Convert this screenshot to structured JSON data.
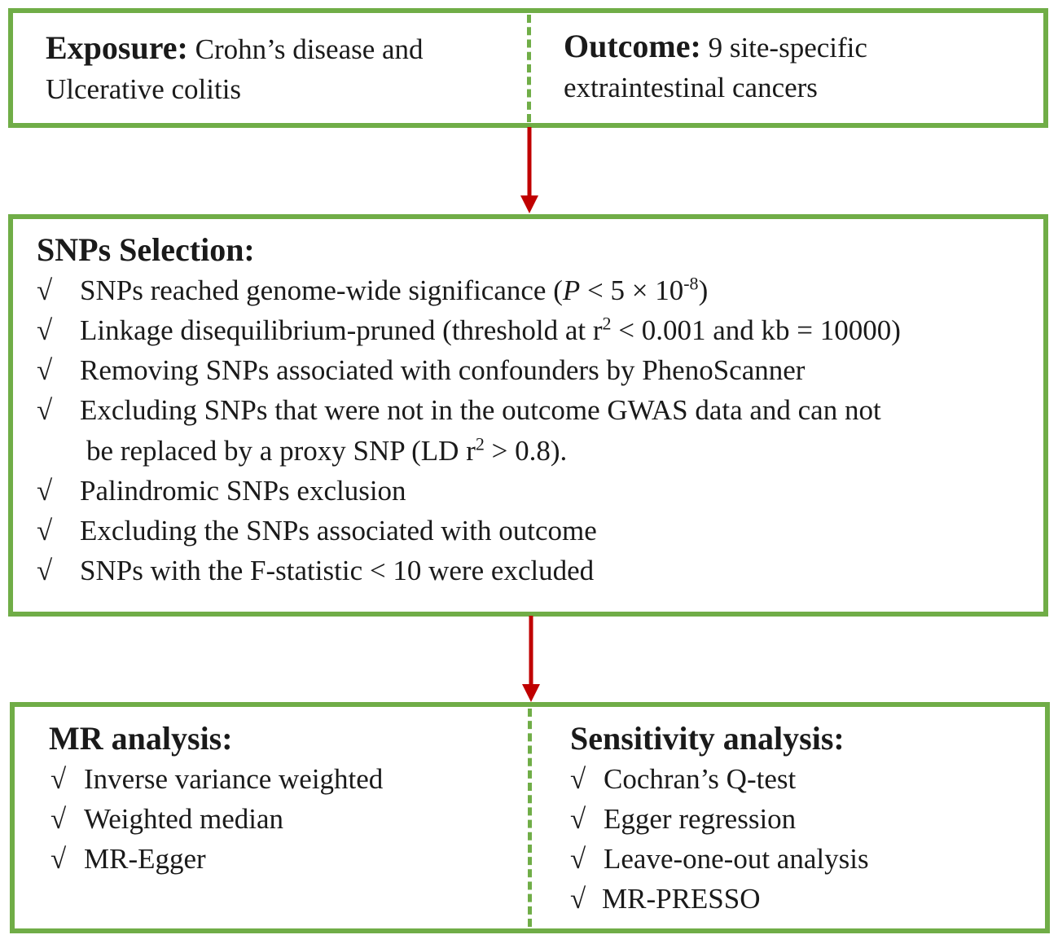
{
  "top": {
    "exposure": {
      "label": "Exposure:",
      "text_line1": " Crohn’s disease and",
      "text_line2": "Ulcerative colitis"
    },
    "outcome": {
      "label": "Outcome:",
      "text_line1": " 9 site-specific",
      "text_line2": "extraintestinal cancers"
    }
  },
  "snps": {
    "title": "SNPs Selection:",
    "check": "√",
    "items": {
      "i1_a": "SNPs reached genome-wide significance (",
      "i1_p": "P",
      "i1_b": " < 5 × 10",
      "i1_sup": "-8",
      "i1_c": ")",
      "i2_a": "Linkage disequilibrium-pruned (threshold at r",
      "i2_sup": "2",
      "i2_b": " < 0.001 and kb = 10000)",
      "i3": "Removing SNPs associated with confounders by PhenoScanner",
      "i4_line1": "Excluding SNPs that were not in the outcome GWAS data and can not",
      "i4_line2_a": "be replaced by a proxy SNP (LD r",
      "i4_sup": "2",
      "i4_line2_b": " > 0.8).",
      "i5": "Palindromic SNPs exclusion",
      "i6": "Excluding the SNPs associated with outcome",
      "i7": "SNPs with the F-statistic < 10 were excluded"
    }
  },
  "mr": {
    "title": "MR analysis:",
    "items": [
      "Inverse variance weighted",
      "Weighted median",
      "MR-Egger"
    ]
  },
  "sensitivity": {
    "title": "Sensitivity analysis:",
    "items": [
      "Cochran’s Q-test",
      "Egger regression",
      "Leave-one-out analysis",
      "MR-PRESSO"
    ]
  },
  "colors": {
    "border": "#70ad47",
    "arrow": "#c00000"
  }
}
